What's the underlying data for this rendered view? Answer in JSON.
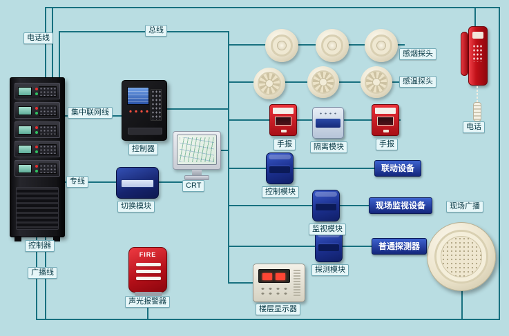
{
  "diagram": {
    "colors": {
      "background": "#b9dde2",
      "wire": "#17707f",
      "blue_button": "#14267c",
      "label_background": "#e6f6f8"
    },
    "lines": {
      "phone_line": "电话线",
      "bus": "总线",
      "network_line": "集中联网线",
      "dedicated_line": "专线",
      "broadcast_line": "广播线"
    },
    "devices": {
      "cabinet_label": "控制器",
      "controller_panel_label": "控制器",
      "crt_label": "CRT",
      "switch_module_label": "切换模块",
      "smoke_detector_label": "感烟探头",
      "heat_detector_label": "感温探头",
      "telephone_label": "电话",
      "manual_call_label": "手报",
      "isolation_module_label": "隔离模块",
      "control_module_label": "控制模块",
      "monitor_module_label": "监视模块",
      "detect_module_label": "探测模块",
      "linkage_device": "联动设备",
      "site_monitor_device": "现场监视设备",
      "ordinary_detector": "普通探测器",
      "site_broadcast_label": "现场广播",
      "sound_light_alarm_label": "声光报警器",
      "floor_display_label": "楼层显示器",
      "fire_text": "FIRE"
    }
  }
}
